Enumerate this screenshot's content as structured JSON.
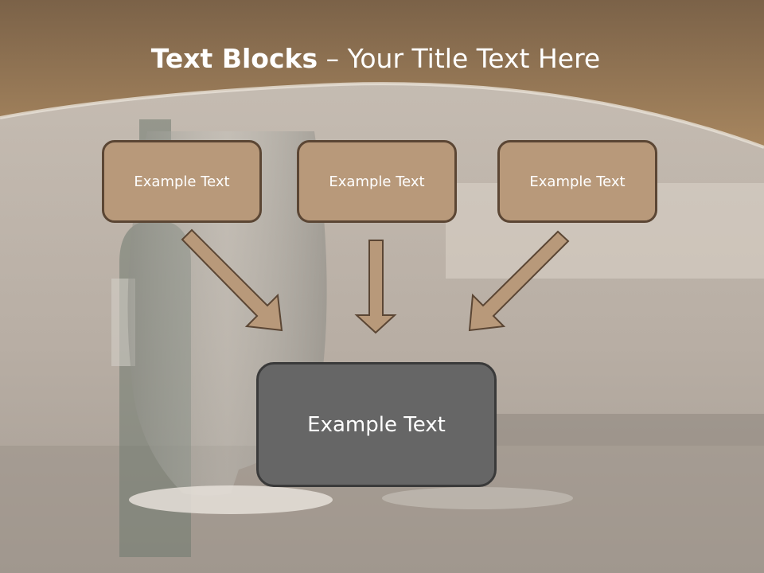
{
  "title": {
    "bold": "Text Blocks",
    "rest": " – Your Title Text Here"
  },
  "blocks": [
    "Example Text",
    "Example Text",
    "Example Text"
  ],
  "target": "Example Text",
  "colors": {
    "header_band": "#9a7a58",
    "block_fill": "#b8997a",
    "block_border": "#5b4634",
    "arrow_fill": "#b8997a",
    "target_fill": "#666666",
    "target_border": "#3a3a3a"
  }
}
